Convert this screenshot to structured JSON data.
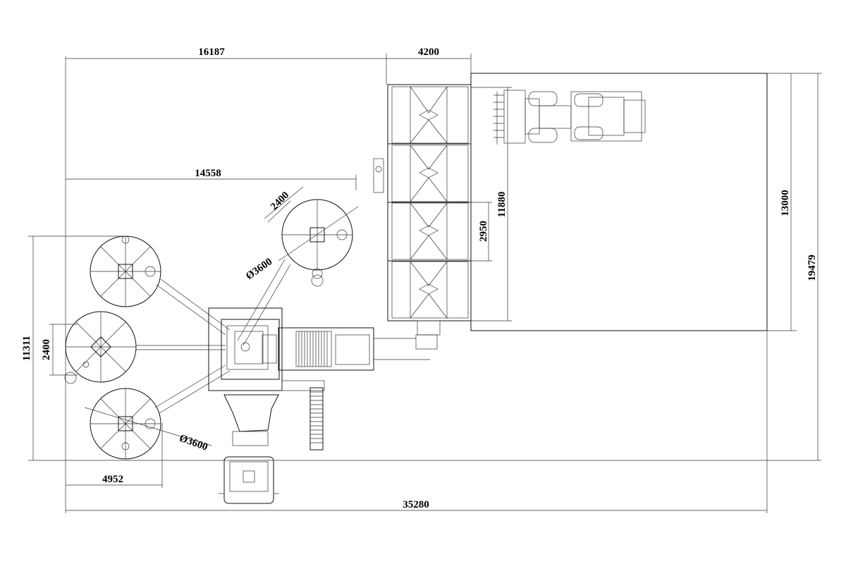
{
  "dimensions": {
    "top_left_width": "16187",
    "top_right_width": "4200",
    "mid_width": "14558",
    "silo_offset": "2400",
    "silo_diameter_upper": "Ø3600",
    "left_height": "11311",
    "left_silo_offset": "2400",
    "silo_diameter_lower": "Ø3600",
    "bottom_left_width": "4952",
    "total_width": "35280",
    "bin_height": "11880",
    "bin_pitch": "2950",
    "yard_height": "13000",
    "total_height": "19479"
  }
}
